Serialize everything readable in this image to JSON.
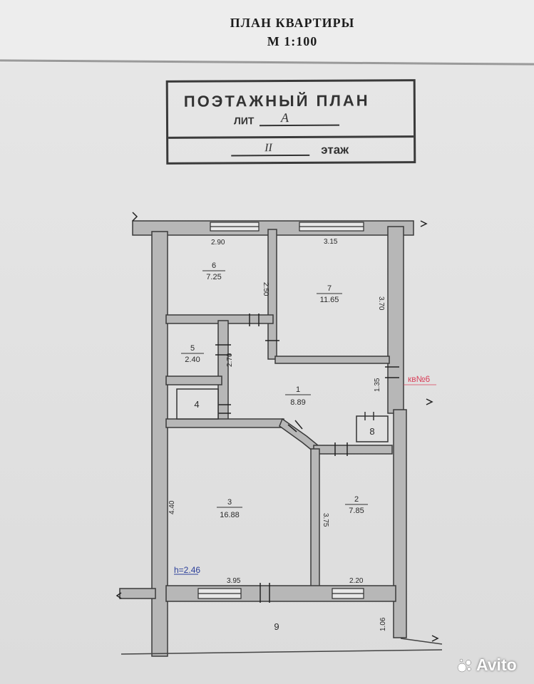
{
  "header": {
    "title": "ПЛАН КВАРТИРЫ",
    "scale": "М 1:100"
  },
  "stamp": {
    "heading": "ПОЭТАЖНЫЙ ПЛАН",
    "lit_label": "ЛИТ",
    "lit_value": "А",
    "floor_value": "II",
    "floor_label": "этаж"
  },
  "rooms": [
    {
      "number": "1",
      "area": "8.89"
    },
    {
      "number": "2",
      "area": "7.85"
    },
    {
      "number": "3",
      "area": "16.88"
    },
    {
      "number": "4",
      "area": ""
    },
    {
      "number": "5",
      "area": "2.40"
    },
    {
      "number": "6",
      "area": "7.25"
    },
    {
      "number": "7",
      "area": "11.65"
    },
    {
      "number": "8",
      "area": ""
    },
    {
      "number": "9",
      "area": ""
    }
  ],
  "dimensions": {
    "room6_width": "2.90",
    "room6_depth": "2.50",
    "room7_width": "3.15",
    "room7_depth": "3.70",
    "hall_depth": "2.70",
    "hall_side": "1.35",
    "room3_depth": "4.40",
    "room3_width": "3.95",
    "room2_depth": "3.75",
    "room2_width": "2.20",
    "balcony_depth": "1.06"
  },
  "annotations": {
    "apartment": "кв№6",
    "ceiling_height": "h=2.46"
  },
  "colors": {
    "wall": "#b7b7b7",
    "wall_outline": "#3a3a3a",
    "apartment_mark": "#d9405a",
    "height_mark": "#2b3f9a"
  },
  "watermark": "Avito"
}
